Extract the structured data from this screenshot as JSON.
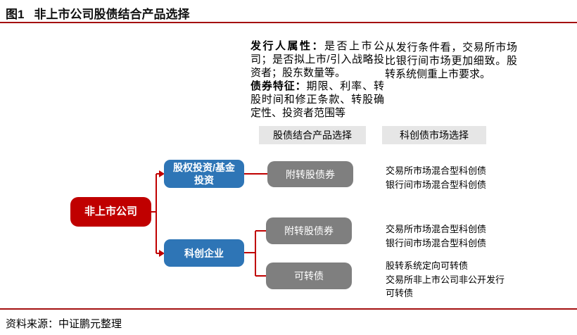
{
  "figure": {
    "label": "图1",
    "title": "非上市公司股债结合产品选择"
  },
  "notes": {
    "issuer": {
      "label1": "发行人属性：",
      "text1": "是否上市公司；是否拟上市/引入战略投资者；股东数量等。",
      "label2": "债券特征：",
      "text2": "期限、利率、转股时间和修正条款、转股确定性、投资者范围等"
    },
    "market": "从发行条件看，交易所市场比银行间市场更加细致。股转系统侧重上市要求。"
  },
  "column_headers": {
    "product": "股债结合产品选择",
    "market": "科创债市场选择"
  },
  "flow": {
    "root": "非上市公司",
    "branch1": "股权投资/基金投资",
    "branch2": "科创企业",
    "product1": "附转股债券",
    "product2": "附转股债券",
    "product3": "可转债",
    "annotation1": "交易所市场混合型科创债\n银行间市场混合型科创债",
    "annotation2": "交易所市场混合型科创债\n银行间市场混合型科创债",
    "annotation3": "股转系统定向可转债\n交易所非上市公司非公开发行可转债"
  },
  "footer": {
    "source": "资料来源：中证鹏元整理"
  },
  "colors": {
    "accent_red": "#C00000",
    "rule_red": "#A41010",
    "box_blue": "#2E75B6",
    "box_gray": "#7F7F7F",
    "header_gray": "#E6E6E6"
  }
}
